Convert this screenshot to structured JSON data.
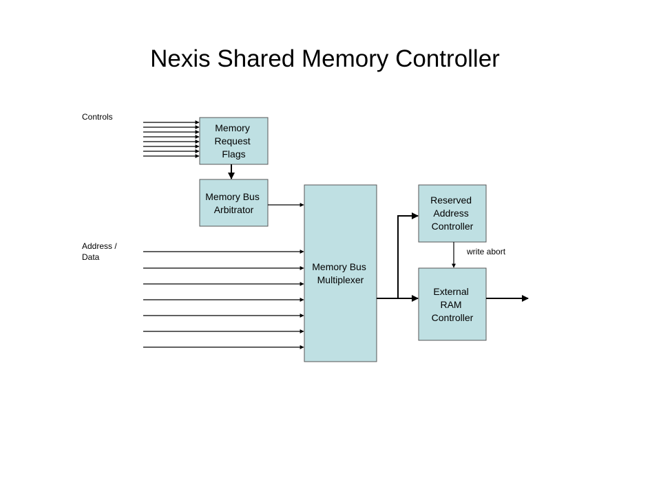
{
  "title": "Nexis Shared Memory Controller",
  "labels": {
    "controls": "Controls",
    "address_data": [
      "Address /",
      "Data"
    ],
    "write_abort": "write abort"
  },
  "blocks": {
    "request_flags": [
      "Memory",
      "Request",
      "Flags"
    ],
    "arbitrator": [
      "Memory Bus",
      "Arbitrator"
    ],
    "multiplexer": [
      "Memory Bus",
      "Multiplexer"
    ],
    "reserved": [
      "Reserved",
      "Address",
      "Controller"
    ],
    "external_ram": [
      "External",
      "RAM",
      "Controller"
    ]
  },
  "colors": {
    "block_fill": "#bfe0e3",
    "block_stroke": "#555555",
    "line": "#000000"
  }
}
